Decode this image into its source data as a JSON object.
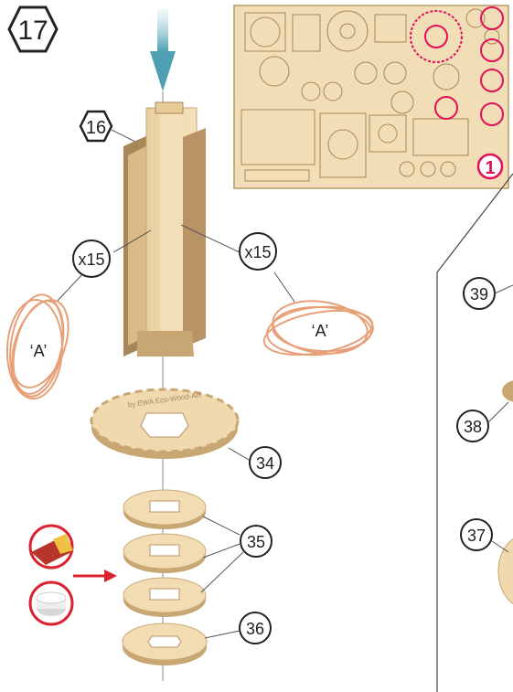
{
  "step": {
    "number": "17"
  },
  "sheet": {
    "number": "1"
  },
  "labels": {
    "part16": "16",
    "x15_left": "x15",
    "x15_right": "x15",
    "a_left": "‘A’",
    "a_right": "‘A’",
    "part34": "34",
    "part35": "35",
    "part36": "36",
    "part37": "37",
    "part38": "38",
    "part39": "39"
  },
  "gear_text": "by EWA Eco-Wood-Art",
  "colors": {
    "wood": "#edd6ab",
    "wood_dark": "#c9a772",
    "arrow": "#5aa7b8",
    "red": "#d9232e",
    "magenta": "#e0105a",
    "band": "#e7a077"
  },
  "icons": [
    "sandpaper-icon",
    "candle-icon",
    "red-arrow-icon",
    "blue-arrow-icon"
  ]
}
